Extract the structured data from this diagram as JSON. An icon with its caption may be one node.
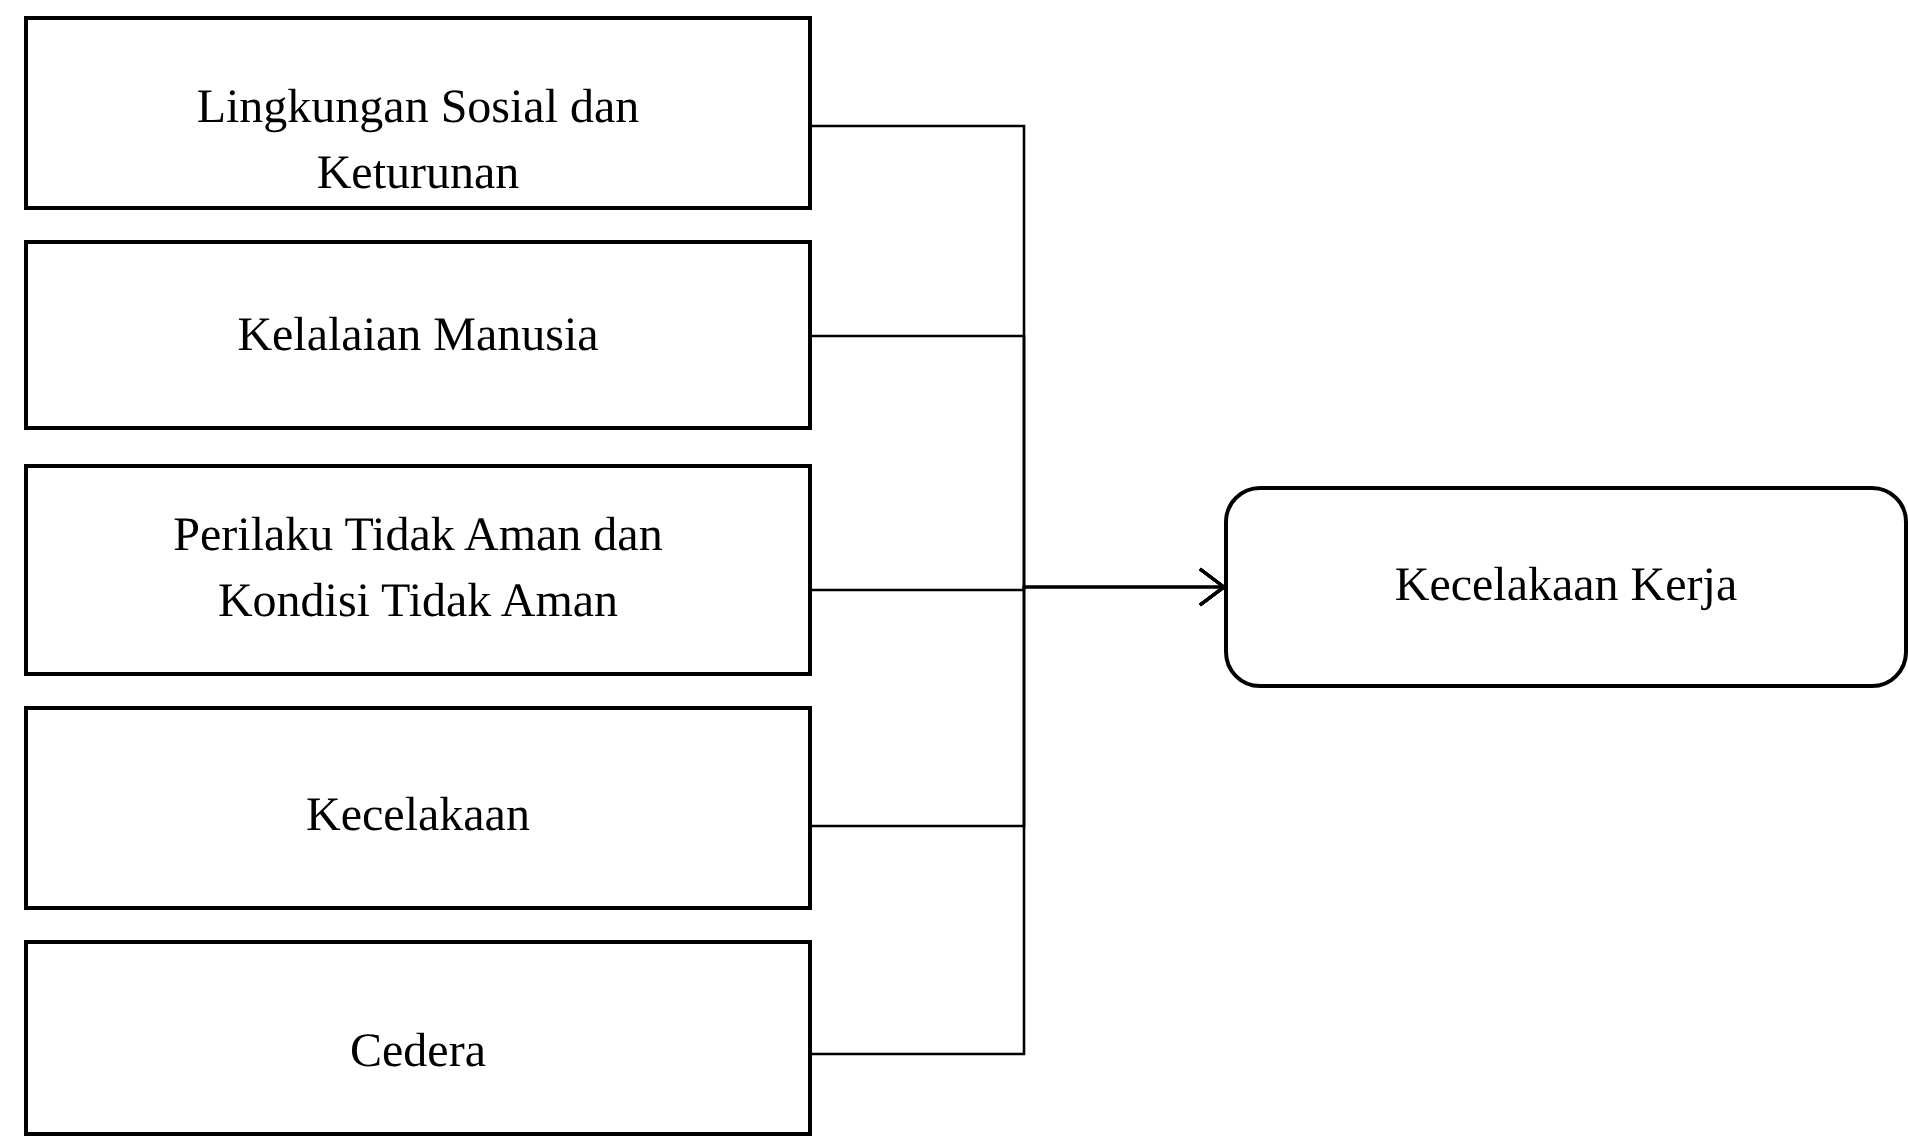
{
  "diagram": {
    "nodes": [
      {
        "text": [
          "Lingkungan Sosial dan Keturunan"
        ]
      },
      {
        "text": [
          "Kelalaian Manusia"
        ]
      },
      {
        "text": [
          "Perilaku Tidak Aman dan Kondisi Tidak Aman"
        ]
      },
      {
        "text": [
          "Kecelakaan"
        ]
      },
      {
        "text": [
          "Cedera"
        ]
      },
      {
        "text": [
          "Kecelakaan Kerja"
        ]
      }
    ],
    "edges": [
      {
        "from": 0,
        "to": 5,
        "arrow": "to"
      },
      {
        "from": 1,
        "to": 5,
        "arrow": "to"
      },
      {
        "from": 2,
        "to": 5,
        "arrow": "to"
      },
      {
        "from": 3,
        "to": 5,
        "arrow": "to"
      },
      {
        "from": 4,
        "to": 5,
        "arrow": "to"
      }
    ]
  }
}
